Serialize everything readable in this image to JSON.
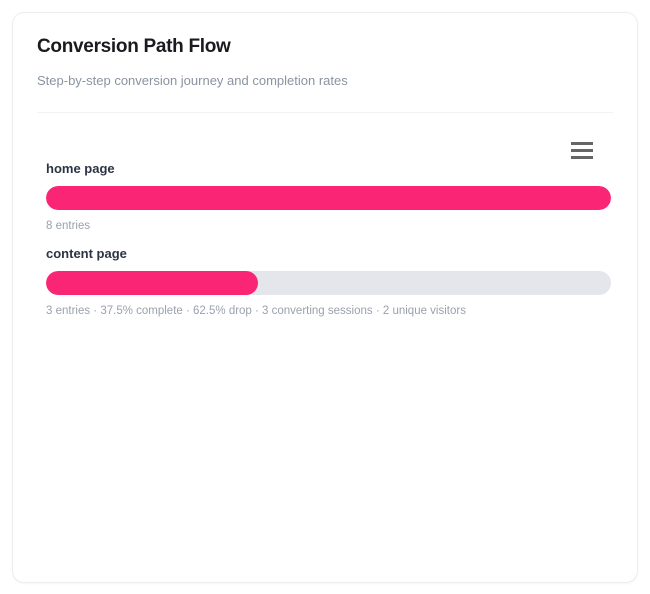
{
  "card": {
    "title": "Conversion Path Flow",
    "subtitle": "Step-by-step conversion journey and completion rates"
  },
  "toolbar": {
    "context_menu_name": "context-menu"
  },
  "colors": {
    "bar_fill": "#fb2576",
    "bar_track": "#e4e6eb",
    "title": "#1b1b1f",
    "subtitle": "#8b93a1",
    "step_label": "#2c3345",
    "stats": "#9aa1ad"
  },
  "chart_data": {
    "type": "bar",
    "title": "Conversion Path Flow",
    "subtitle": "Step-by-step conversion journey and completion rates",
    "categories": [
      "home page",
      "content page"
    ],
    "values": [
      8,
      3
    ],
    "xlabel": "",
    "ylabel": "entries",
    "ylim": [
      0,
      8
    ],
    "grid": false,
    "legend": null,
    "steps": [
      {
        "label": "home page",
        "entries": 8,
        "fill_percent": 100,
        "stats": "8 entries"
      },
      {
        "label": "content page",
        "entries": 3,
        "fill_percent": 37.5,
        "stats": "3 entries · 37.5% complete · 62.5% drop · 3 converting sessions · 2 unique visitors"
      }
    ]
  }
}
